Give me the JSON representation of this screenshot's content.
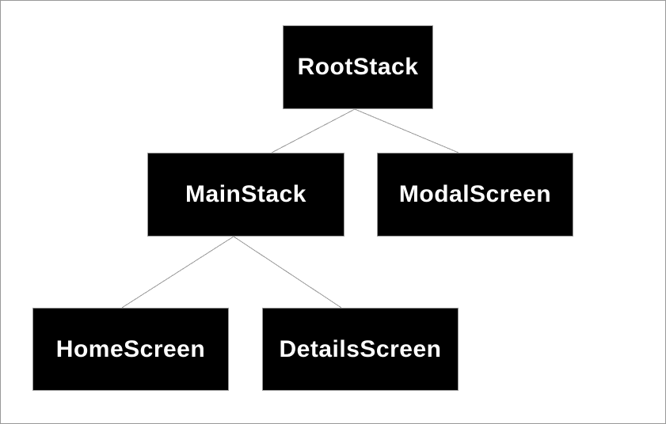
{
  "diagram": {
    "type": "tree",
    "description": "Navigation stack hierarchy diagram",
    "nodes": [
      {
        "id": "RootStack",
        "label": "RootStack",
        "parent": null,
        "level": 0
      },
      {
        "id": "MainStack",
        "label": "MainStack",
        "parent": "RootStack",
        "level": 1
      },
      {
        "id": "ModalScreen",
        "label": "ModalScreen",
        "parent": "RootStack",
        "level": 1
      },
      {
        "id": "HomeScreen",
        "label": "HomeScreen",
        "parent": "MainStack",
        "level": 2
      },
      {
        "id": "DetailsScreen",
        "label": "DetailsScreen",
        "parent": "MainStack",
        "level": 2
      }
    ],
    "edges": [
      {
        "from": "RootStack",
        "to": "MainStack"
      },
      {
        "from": "RootStack",
        "to": "ModalScreen"
      },
      {
        "from": "MainStack",
        "to": "HomeScreen"
      },
      {
        "from": "MainStack",
        "to": "DetailsScreen"
      }
    ],
    "colors": {
      "background": "#ffffff",
      "canvas_border": "#999999",
      "node_fill": "#000000",
      "node_border": "#999999",
      "node_text": "#ffffff",
      "edge_line": "#999999"
    }
  }
}
